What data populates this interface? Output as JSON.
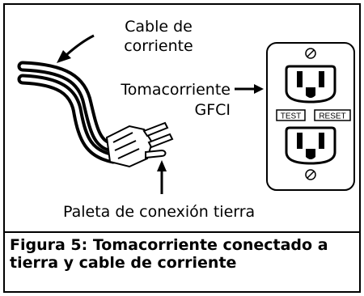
{
  "labels": {
    "cord_line1": "Cable de",
    "cord_line2": "corriente",
    "outlet_line1": "Tomacorriente",
    "outlet_line2": "GFCI",
    "ground_prong": "Paleta de conexión tierra"
  },
  "outlet_buttons": {
    "test": "TEST",
    "reset": "RESET"
  },
  "caption": {
    "line1": "Figura 5: Tomacorriente conectado a",
    "line2": "tierra y cable de corriente"
  }
}
